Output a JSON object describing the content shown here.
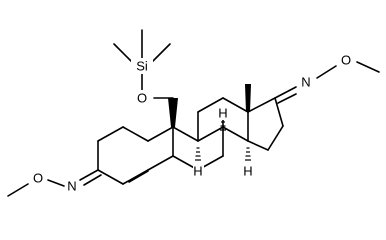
{
  "molecule": {
    "atoms": {
      "si": "Si",
      "o_ether": "O",
      "o_oxime_right": "O",
      "n_oxime_right": "N",
      "o_oxime_left": "O",
      "n_oxime_left": "N",
      "h_c8": "H",
      "h_c9": "H",
      "h_c14": "H"
    }
  }
}
